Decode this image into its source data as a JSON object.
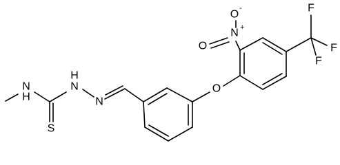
{
  "molecule": {
    "atoms": {
      "n_nitro": "N",
      "n_nitro_charge": "+",
      "o_nitro_top": "O",
      "o_nitro_top_charge": "-",
      "o_nitro_left": "O",
      "o_ether": "O",
      "f_top": "F",
      "f_right": "F",
      "f_bottom": "F",
      "nh_methyl": "N",
      "nh_methyl_h": "H",
      "nh_hydrazine": "N",
      "nh_hydrazine_h": "H",
      "n_imine": "N",
      "s_thio": "S"
    }
  }
}
